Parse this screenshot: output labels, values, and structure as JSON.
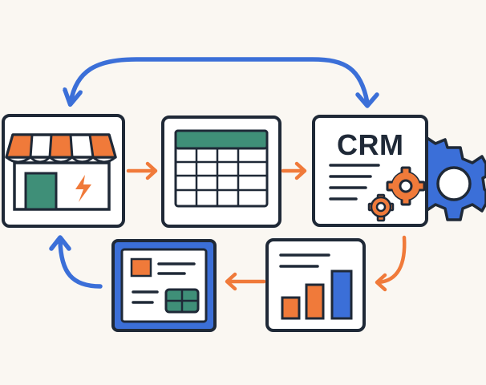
{
  "diagram": {
    "crm_label": "CRM",
    "colors": {
      "background": "#faf7f2",
      "outline": "#1f2937",
      "orange": "#f07a3a",
      "blue": "#3b6fd8",
      "green": "#3f8f78",
      "white": "#ffffff"
    },
    "nodes": [
      {
        "id": "store",
        "icon": "storefront-icon"
      },
      {
        "id": "spreadsheet",
        "icon": "spreadsheet-icon"
      },
      {
        "id": "crm",
        "icon": "crm-document-icon"
      },
      {
        "id": "report",
        "icon": "bar-chart-icon"
      },
      {
        "id": "dashboard",
        "icon": "dashboard-card-icon"
      }
    ],
    "flows": [
      {
        "from": "store",
        "to": "spreadsheet",
        "color": "orange"
      },
      {
        "from": "spreadsheet",
        "to": "crm",
        "color": "orange"
      },
      {
        "from": "crm",
        "to": "report",
        "color": "orange"
      },
      {
        "from": "report",
        "to": "dashboard",
        "color": "orange"
      },
      {
        "from": "dashboard",
        "to": "store",
        "color": "blue"
      },
      {
        "from": "crm",
        "to": "store",
        "color": "blue"
      }
    ]
  }
}
